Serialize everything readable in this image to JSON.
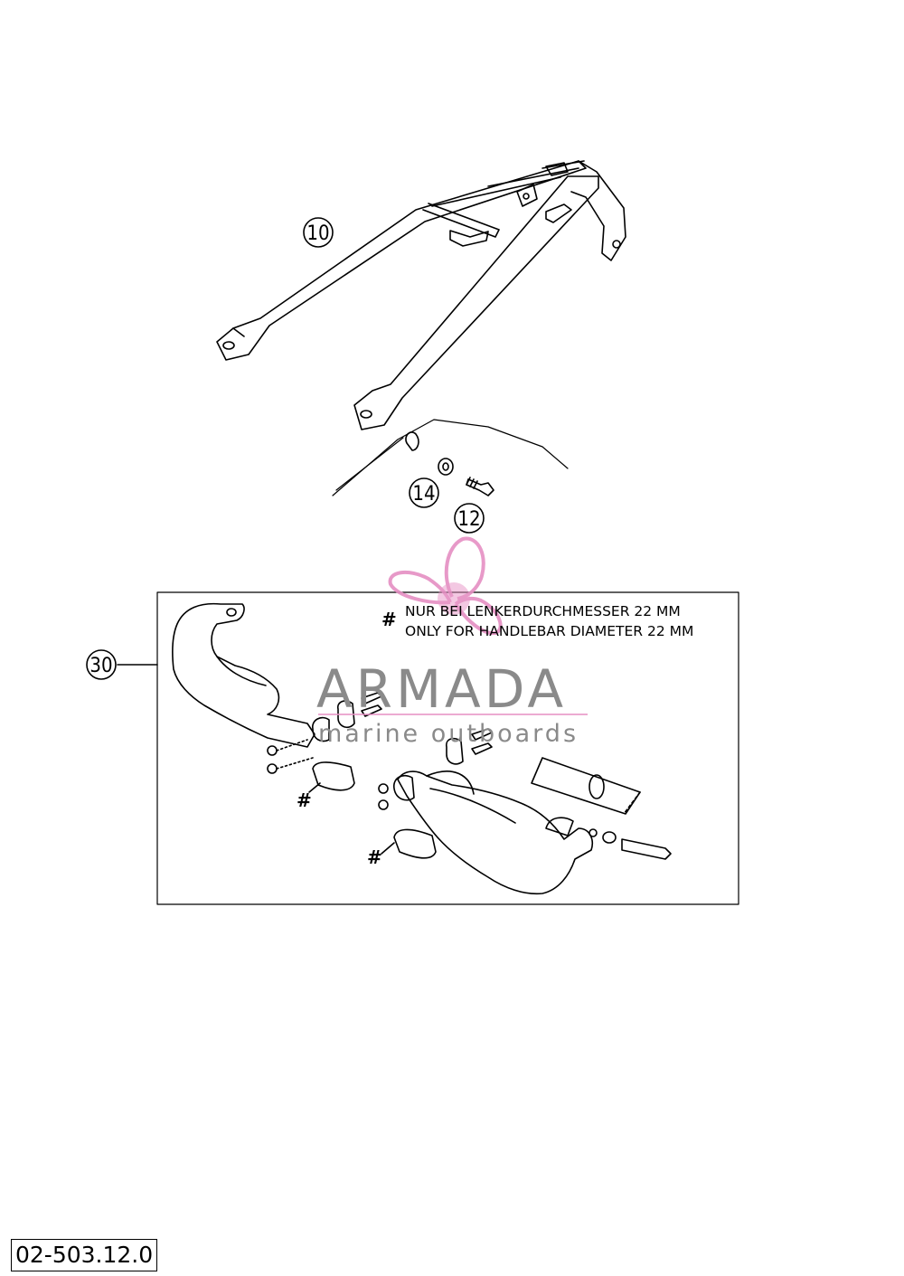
{
  "callouts": {
    "c10": "10",
    "c14": "14",
    "c12": "12",
    "c30": "30"
  },
  "kit_box": {
    "note_de": "NUR BEI LENKERDURCHMESSER 22 MM",
    "note_en": "ONLY FOR HANDLEBAR DIAMETER 22 MM",
    "hash_symbol": "#"
  },
  "watermark": {
    "brand": "ARMADA",
    "tagline": "marine outboards",
    "colors": {
      "logo_pink": "#e58fc3",
      "text_gray": "#8a8a8a"
    }
  },
  "doc_id": "02-503.12.0",
  "colors": {
    "line": "#000000",
    "background": "#ffffff"
  }
}
